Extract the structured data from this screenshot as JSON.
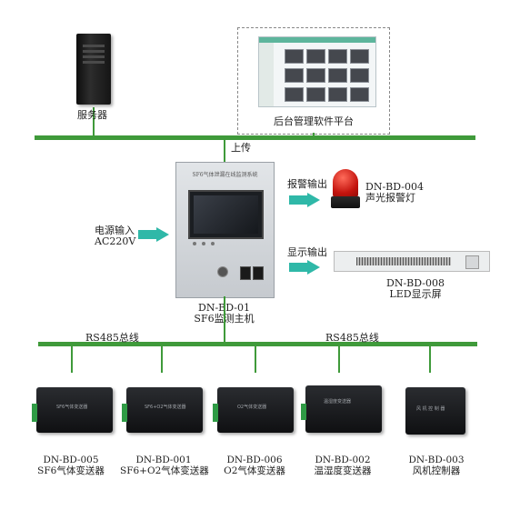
{
  "server": {
    "label": "服务器",
    "icon": "server-tower-icon"
  },
  "platform": {
    "label": "后台管理软件平台"
  },
  "bus": {
    "upload_label": "上传",
    "rs485_left": "RS485总线",
    "rs485_right": "RS485总线"
  },
  "power": {
    "line1": "电源输入",
    "line2": "AC220V"
  },
  "host": {
    "model": "DN-BD-01",
    "name": "SF6监测主机"
  },
  "alarm": {
    "output_label": "报警输出",
    "model": "DN-BD-004",
    "name": "声光报警灯"
  },
  "display": {
    "output_label": "显示输出",
    "model": "DN-BD-008",
    "name": "LED显示屏"
  },
  "devices": [
    {
      "model": "DN-BD-005",
      "name": "SF6气体变送器"
    },
    {
      "model": "DN-BD-001",
      "name": "SF6+O2气体变送器"
    },
    {
      "model": "DN-BD-006",
      "name": "O2气体变送器"
    },
    {
      "model": "DN-BD-002",
      "name": "温湿度变送器"
    },
    {
      "model": "DN-BD-003",
      "name": "风机控制器"
    }
  ],
  "colors": {
    "bus": "#3f9a3a",
    "arrow": "#2fb8a8",
    "alarm": "#d8140e"
  }
}
